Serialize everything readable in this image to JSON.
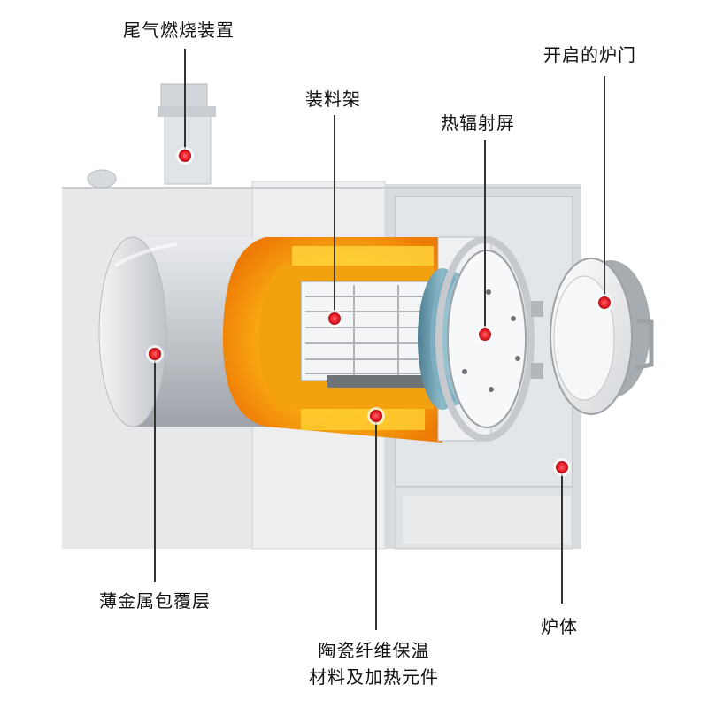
{
  "labels": {
    "exhaust_burner": "尾气燃烧装置",
    "loading_rack": "装料架",
    "heat_shield": "热辐射屏",
    "open_door": "开启的炉门",
    "metal_cladding": "薄金属包覆层",
    "furnace_body": "炉体",
    "insulation_line1": "陶瓷纤维保温",
    "insulation_line2": "材料及加热元件"
  },
  "colors": {
    "marker": "#e8202a",
    "leader_line": "#333333",
    "cabinet": "#e6e7e9",
    "insulation_hot": "#f59a0c",
    "insulation_glow": "#ffd21f",
    "shield_blue": "#6f9fb2"
  }
}
